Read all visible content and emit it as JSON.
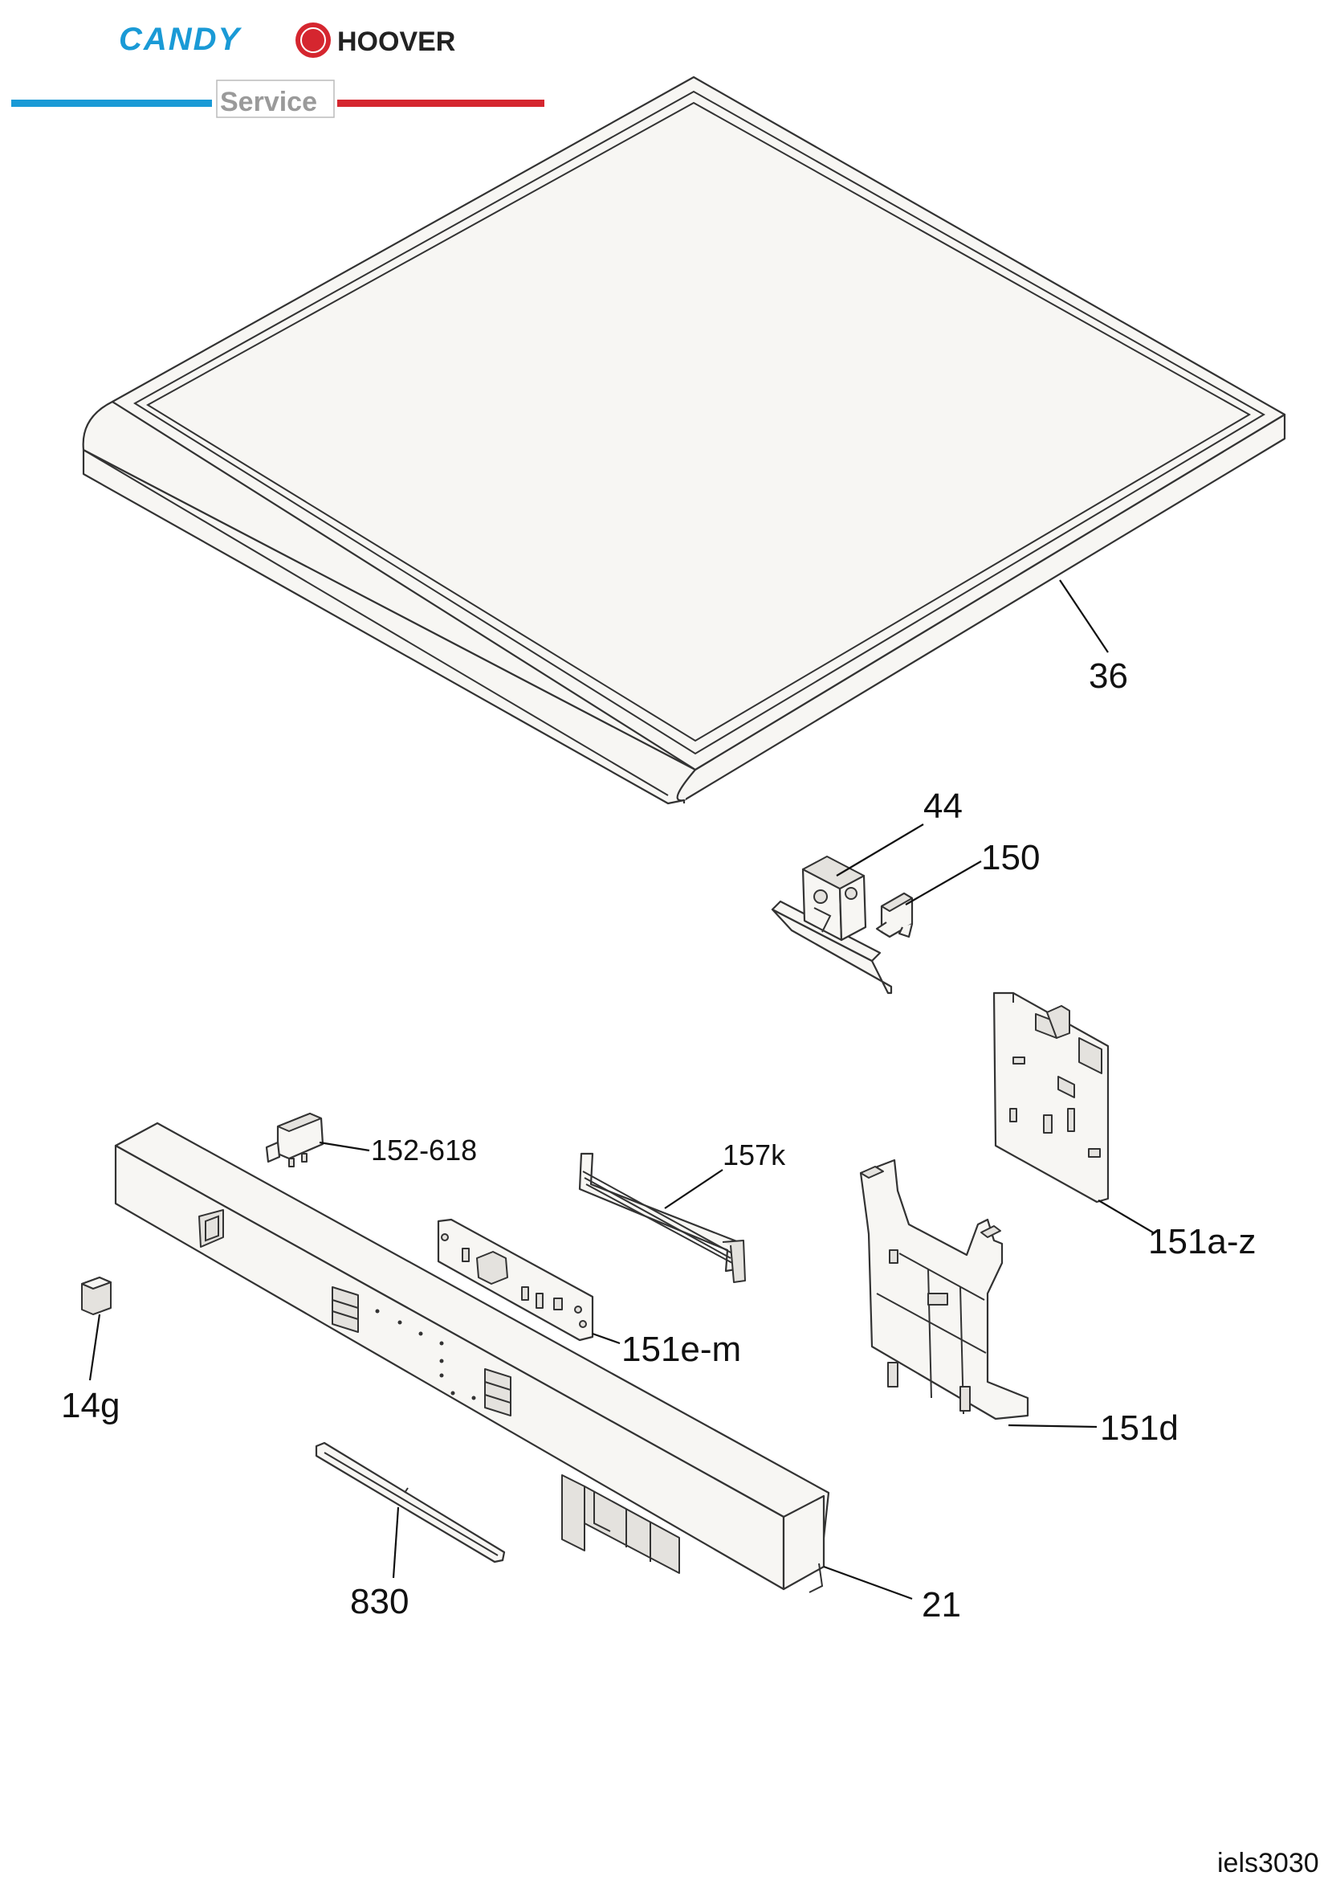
{
  "header": {
    "brand_candy": "CANDY",
    "brand_hoover": "HOOVER",
    "brand_service": "Service",
    "colors": {
      "candy_blue": "#1a9ad6",
      "hoover_red": "#d5262f",
      "service_grey": "#9a9a9a"
    }
  },
  "parts": {
    "p36": "36",
    "p44": "44",
    "p150": "150",
    "p152": "152-618",
    "p157": "157k",
    "p151az": "151a-z",
    "p151em": "151e-m",
    "p14g": "14g",
    "p151d": "151d",
    "p830": "830",
    "p21": "21"
  },
  "footer": {
    "doc_code": "iels3030"
  }
}
